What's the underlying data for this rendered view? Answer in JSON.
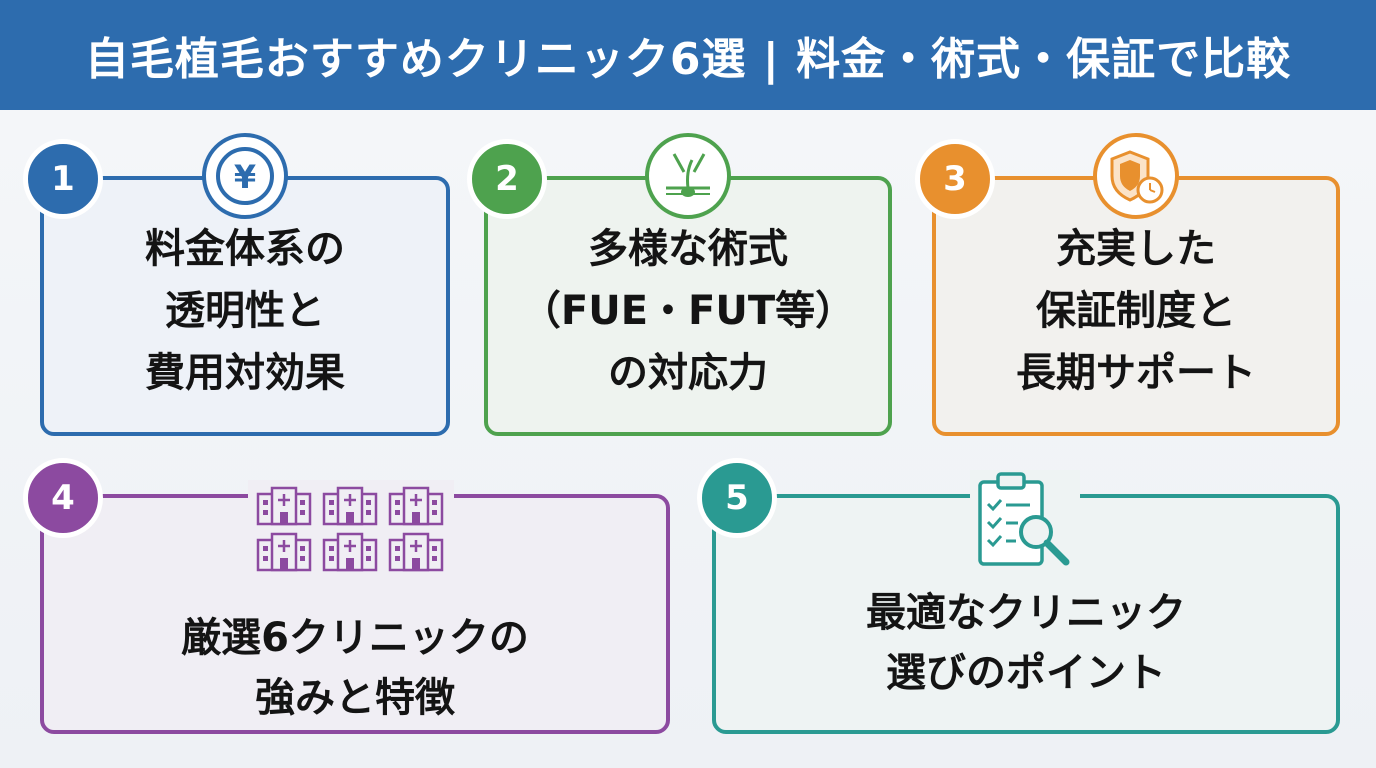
{
  "header": {
    "title": "自毛植毛おすすめクリニック6選 | 料金・術式・保証で比較"
  },
  "colors": {
    "header_bg": "#2d6cae",
    "card1": "#2d6cae",
    "card2": "#4ea24e",
    "card3": "#e8902e",
    "card4": "#8c4aa0",
    "card5": "#2a9a92"
  },
  "cards": [
    {
      "number": "1",
      "text": "料金体系の\n透明性と\n費用対効果",
      "icon": "yen-coin-icon"
    },
    {
      "number": "2",
      "text": "多様な術式\n（FUE・FUT等）\nの対応力",
      "icon": "hair-follicle-scalpel-icon"
    },
    {
      "number": "3",
      "text": "充実した\n保証制度と\n長期サポート",
      "icon": "shield-clock-icon"
    },
    {
      "number": "4",
      "text": "厳選6クリニックの\n強みと特徴",
      "icon": "clinic-buildings-icon"
    },
    {
      "number": "5",
      "text": "最適なクリニック\n選びのポイント",
      "icon": "clipboard-magnifier-icon"
    }
  ]
}
